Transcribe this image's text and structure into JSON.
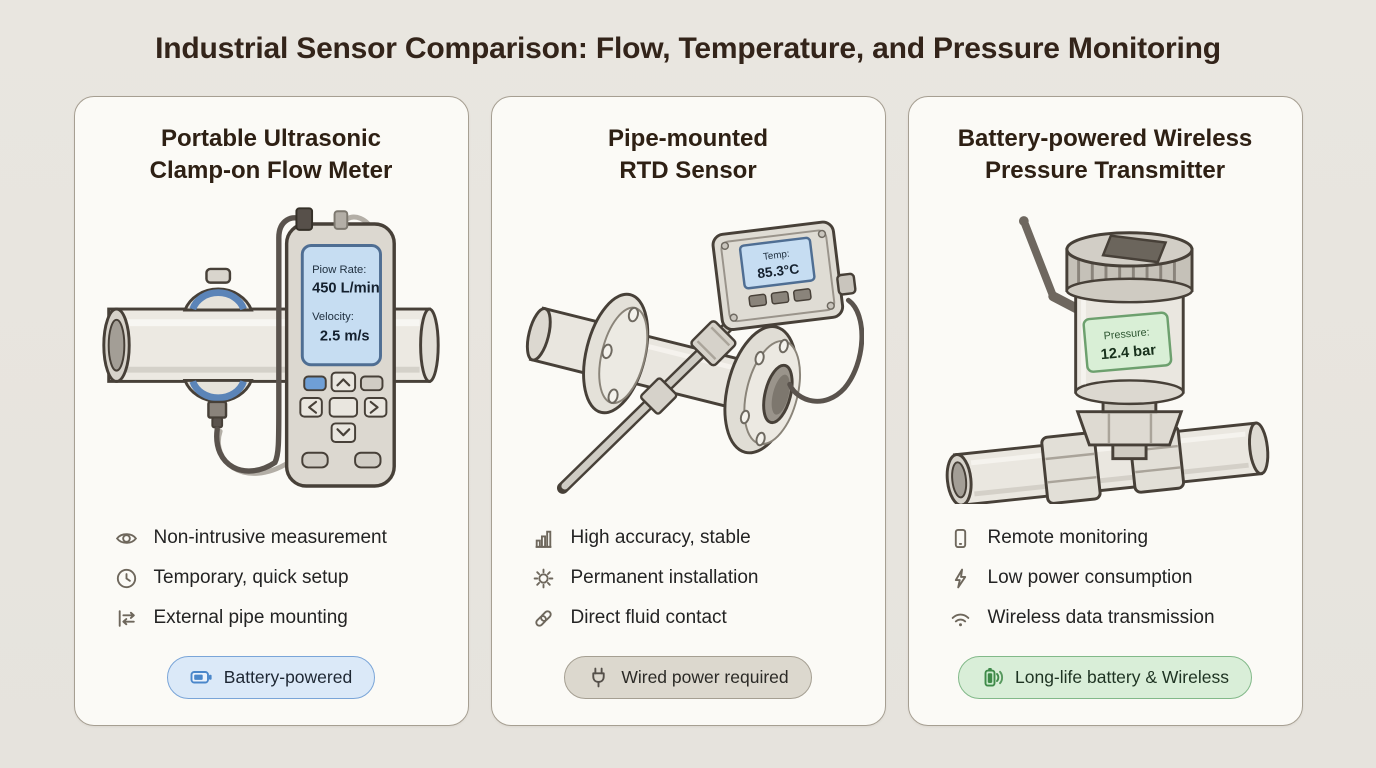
{
  "page": {
    "title": "Industrial Sensor Comparison: Flow, Temperature, and Pressure Monitoring",
    "background_color": "#e7e4de",
    "card_background": "#fbfaf6",
    "title_color": "#33241a"
  },
  "cards": [
    {
      "id": "flow-meter",
      "title_line1": "Portable Ultrasonic",
      "title_line2": "Clamp-on Flow Meter",
      "illustration_alt": "Clamp-on ultrasonic transducers strapped to a horizontal pipe, cabled to a handheld readout unit",
      "display": {
        "line1_label": "Piow Rate:",
        "line1_value": "450 L/min",
        "line2_label": "Velocity:",
        "line2_value": "2.5 m/s"
      },
      "features": [
        {
          "icon": "eye-icon",
          "label": "Non-intrusive measurement"
        },
        {
          "icon": "clock-icon",
          "label": "Temporary, quick setup"
        },
        {
          "icon": "pipe-mount-icon",
          "label": "External pipe mounting"
        }
      ],
      "badge": {
        "icon": "battery-icon",
        "label": "Battery-powered",
        "bg": "#dbe9f8",
        "border": "#7aa5d8",
        "icon_color": "#4b87ca"
      }
    },
    {
      "id": "rtd-sensor",
      "title_line1": "Pipe-mounted",
      "title_line2": "RTD Sensor",
      "illustration_alt": "Flanged pipe spool with inserted RTD probe and head-mounted display box with cable",
      "display": {
        "line1_label": "Temp:",
        "line1_value": "85.3°C"
      },
      "features": [
        {
          "icon": "bar-chart-icon",
          "label": "High accuracy, stable"
        },
        {
          "icon": "gear-icon",
          "label": "Permanent installation"
        },
        {
          "icon": "link-icon",
          "label": "Direct fluid contact"
        }
      ],
      "badge": {
        "icon": "plug-icon",
        "label": "Wired power required",
        "bg": "#dcd8ce",
        "border": "#a59f92",
        "icon_color": "#55504a"
      }
    },
    {
      "id": "pressure-transmitter",
      "title_line1": "Battery-powered Wireless",
      "title_line2": "Pressure Transmitter",
      "illustration_alt": "Cylindrical wireless pressure transmitter with antenna mounted on a pipe via hex fitting",
      "display": {
        "line1_label": "Pressure:",
        "line1_value": "12.4 bar"
      },
      "features": [
        {
          "icon": "phone-icon",
          "label": "Remote monitoring"
        },
        {
          "icon": "bolt-icon",
          "label": "Low power consumption"
        },
        {
          "icon": "wifi-icon",
          "label": "Wireless data transmission"
        }
      ],
      "badge": {
        "icon": "battery-wireless-icon",
        "label": "Long-life battery & Wireless",
        "bg": "#d9eed8",
        "border": "#82b989",
        "icon_color": "#3f8a49"
      }
    }
  ]
}
